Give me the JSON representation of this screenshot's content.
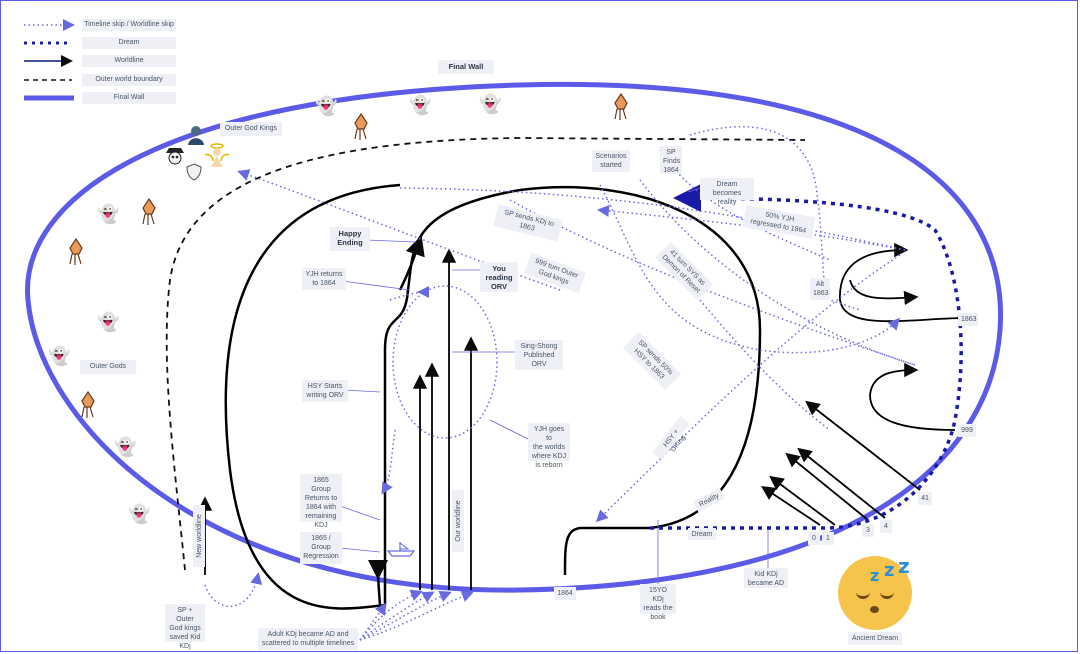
{
  "legend": [
    {
      "label": "Timeline skip / Worldline skip"
    },
    {
      "label": "Dream"
    },
    {
      "label": "Worldline"
    },
    {
      "label": "Outer world boundary"
    },
    {
      "label": "Final Wall"
    }
  ],
  "labels": {
    "final_wall": "Final Wall",
    "outer_god_kings": "Outer God Kings",
    "outer_gods": "Outer Gods",
    "happy_ending": "Happy\nEnding",
    "you_reading_orv": "You\nreading\nORV",
    "yjh_returns": "YJH returns\nto 1864",
    "sing_shong": "Sing-Shong\nPublished\nORV",
    "hsy_starts": "HSY Starts\nwriting ORV",
    "yjh_goes": "YJH goes to\nthe worlds\nwhere KDJ\nis reborn",
    "group_1865": "1865 Group\nReturns to\n1864 with\nremaining\nKDJ",
    "group_regression": "1865 /\nGroup\nRegression",
    "new_worldline": "New worldline",
    "our_worldline": "Our worldline",
    "sp_outer_god_kings": "SP + Outer\nGod kings\nsaved Kid\nKDj",
    "adult_kdj": "Adult KDj became AD and\nscattered to multiple timelines",
    "scenarios_started": "Scenarios\nstarted",
    "sp_finds": "SP\nFinds\n1864",
    "dream_becomes_reality": "Dream becomes\nreality",
    "yjh_50": "50% YJH\nregressed to 1864",
    "sp_sends_kdj": "SP sends KDj to\n1863",
    "turn_999": "999 turn Outer\nGod kings",
    "turn_41": "41 turn SYS as\nDemon of Reset",
    "sp_sends_50": "SP sends 50%\nHSY to 1863",
    "hsy_dking": "HSY + DKing",
    "alt_1863": "Alt\n1863",
    "n1863": "1863",
    "n999": "999",
    "n41": "41",
    "n0": "0",
    "n1": "1",
    "n3": "3",
    "n4": "4",
    "reality": "Reality",
    "dream": "Dream",
    "n1864": "1864",
    "yo_reads": "15YO KDj\nreads the\nbook",
    "kid_kdj": "Kid KDj\nbecame AD",
    "ancient_dream": "Ancient Dream"
  },
  "icons": {
    "ghost": "ghost-icon",
    "squid": "squid-icon",
    "pirate": "pirate-skull-icon",
    "angel": "angel-icon",
    "ship": "ship-icon",
    "sleeping_face": "sleeping-face-icon"
  },
  "colors": {
    "final_wall": "#5b5be8",
    "dream": "#1a1aa8",
    "worldline": "#0b1a7a",
    "skip": "#6a6ae0",
    "label_bg": "#eef0f5",
    "moon": "#f6c44a",
    "zzz": "#2b8fd6"
  }
}
